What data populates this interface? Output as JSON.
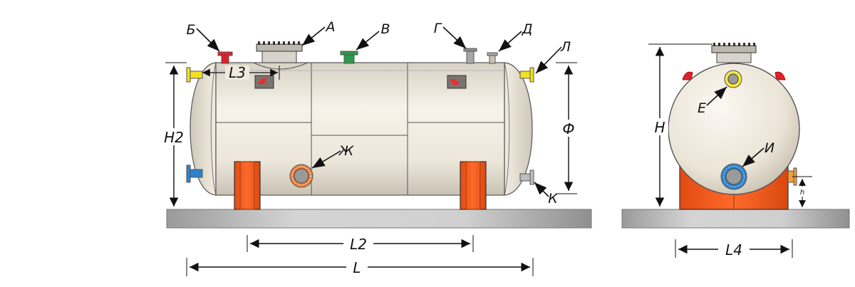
{
  "callouts": {
    "a": "А",
    "b": "Б",
    "v": "В",
    "g": "Г",
    "d": "Д",
    "l": "Л",
    "zh": "Ж",
    "k": "К",
    "e": "Е",
    "i": "И"
  },
  "dimensions": {
    "l": "L",
    "l2": "L2",
    "l3": "L3",
    "l4": "L4",
    "h": "H",
    "h2": "H2",
    "phi": "Ф",
    "h_small": "h"
  },
  "colors": {
    "shell": "#efe9de",
    "support": "#f05a1e",
    "base": "#c4c4c4",
    "nozzle_red": "#e0202a",
    "nozzle_green": "#2a9a4a",
    "nozzle_yellow": "#f3e020",
    "nozzle_blue": "#2e82cc",
    "nozzle_grey": "#a8a8a8"
  }
}
